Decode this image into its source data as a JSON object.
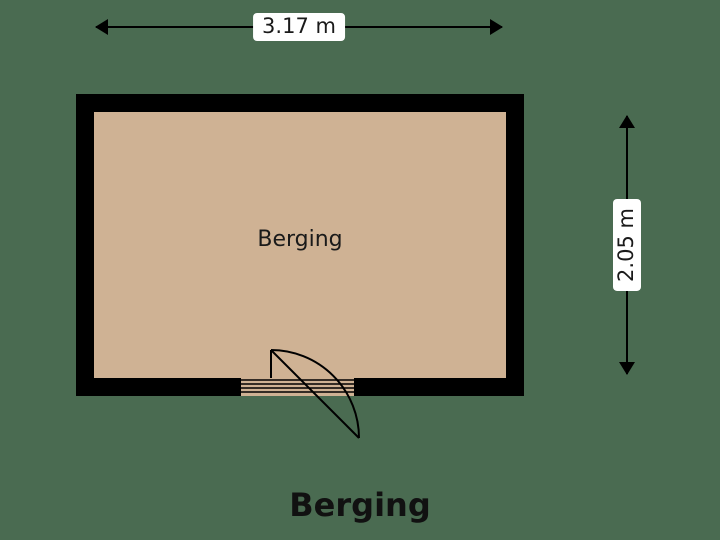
{
  "plan": {
    "title": "Berging",
    "room_label": "Berging",
    "colors": {
      "background": "#4a6b51",
      "floor": "#cfb294",
      "wall": "#000000",
      "label_background": "#ffffff",
      "text": "#1a1a1a"
    }
  },
  "dimensions": {
    "width_label": "3.17 m",
    "height_label": "2.05 m"
  }
}
